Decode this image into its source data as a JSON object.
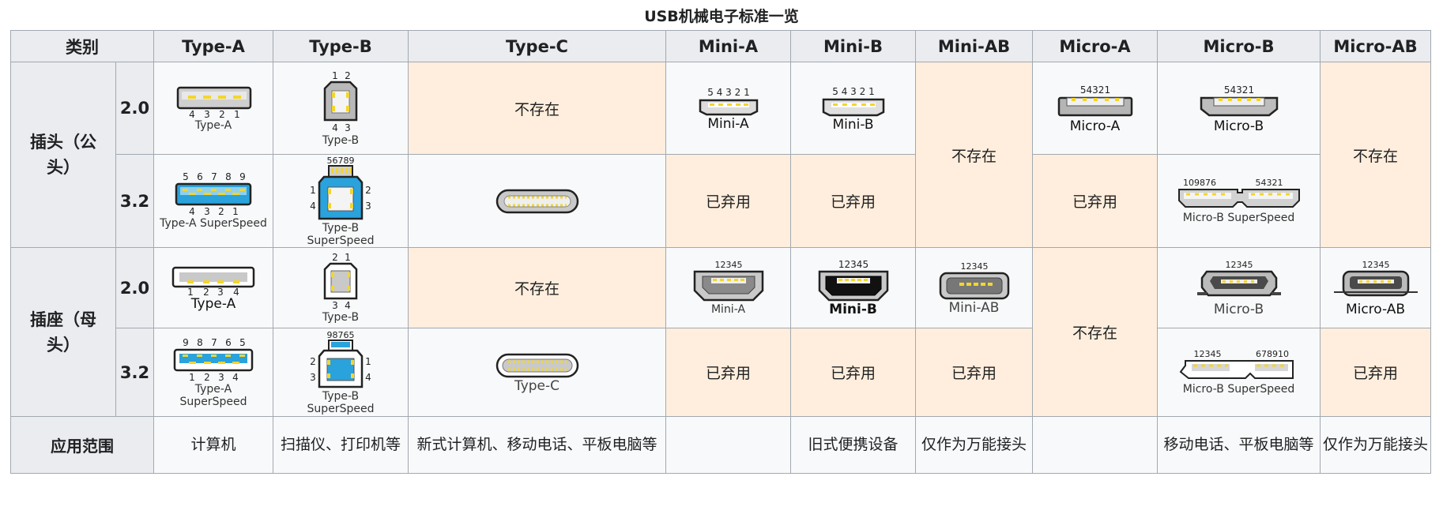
{
  "title": "USB机械电子标准一览",
  "header": {
    "category": "类别",
    "columns": [
      "Type-A",
      "Type-B",
      "Type-C",
      "Mini-A",
      "Mini-B",
      "Mini-AB",
      "Micro-A",
      "Micro-B",
      "Micro-AB"
    ]
  },
  "groups": {
    "plug": "插头（公头）",
    "receptacle": "插座（母头）",
    "usage": "应用范围"
  },
  "versions": {
    "v20": "2.0",
    "v32": "3.2"
  },
  "status": {
    "not_exist": "不存在",
    "deprecated": "已弃用"
  },
  "figures": {
    "plug_20": {
      "type_a": {
        "label": "Type-A",
        "pins": [
          "4",
          "3",
          "2",
          "1"
        ]
      },
      "type_b": {
        "label": "Type-B",
        "pins_top": [
          "1",
          "2"
        ],
        "pins_bottom": [
          "4",
          "3"
        ]
      },
      "mini_a": {
        "label": "Mini-A",
        "pins": "5 4 3 2 1"
      },
      "mini_b": {
        "label": "Mini-B",
        "pins": "5 4 3 2 1"
      },
      "micro_a": {
        "label": "Micro-A",
        "pins": "54321"
      },
      "micro_b": {
        "label": "Micro-B",
        "pins": "54321"
      }
    },
    "plug_32": {
      "type_a": {
        "label": "Type-A SuperSpeed",
        "pins_top": [
          "5",
          "6",
          "7",
          "8",
          "9"
        ],
        "pins_bottom": [
          "4",
          "3",
          "2",
          "1"
        ]
      },
      "type_b": {
        "label": "Type-B SuperSpeed",
        "pins_top": "56789",
        "side_left": [
          "1",
          "4"
        ],
        "side_right": [
          "2",
          "3"
        ]
      },
      "micro_b": {
        "label": "Micro-B SuperSpeed",
        "pins_left": "109876",
        "pins_right": "54321"
      }
    },
    "rec_20": {
      "type_a": {
        "label": "Type-A",
        "pins": [
          "1",
          "2",
          "3",
          "4"
        ]
      },
      "type_b": {
        "label": "Type-B",
        "pins_top": [
          "2",
          "1"
        ],
        "pins_bottom": [
          "3",
          "4"
        ]
      },
      "mini_a": {
        "label": "Mini-A",
        "pins": "12345"
      },
      "mini_b": {
        "label": "Mini-B",
        "pins": "12345"
      },
      "mini_ab": {
        "label": "Mini-AB",
        "pins": "12345"
      },
      "micro_b": {
        "label": "Micro-B",
        "pins": "12345"
      },
      "micro_ab": {
        "label": "Micro-AB",
        "pins": "12345"
      }
    },
    "rec_32": {
      "type_a": {
        "label": "Type-A SuperSpeed",
        "pins_top": [
          "9",
          "8",
          "7",
          "6",
          "5"
        ],
        "pins_bottom": [
          "1",
          "2",
          "3",
          "4"
        ]
      },
      "type_b": {
        "label": "Type-B SuperSpeed",
        "pins_top": "98765",
        "side_left": [
          "2",
          "3"
        ],
        "side_right": [
          "1",
          "4"
        ]
      },
      "type_c": {
        "label": "Type-C"
      },
      "micro_b": {
        "label": "Micro-B SuperSpeed",
        "pins_left": "12345",
        "pins_right": "678910"
      }
    }
  },
  "usage": {
    "type_a": "计算机",
    "type_b": "扫描仪、打印机等",
    "type_c": "新式计算机、移动电话、平板电脑等",
    "mini_a": "",
    "mini_b": "旧式便携设备",
    "mini_ab": "仅作为万能接头",
    "micro_a": "",
    "micro_b": "移动电话、平板电脑等",
    "micro_ab": "仅作为万能接头"
  },
  "colors": {
    "header_bg": "#eaecf0",
    "cell_bg": "#f8f9fa",
    "na_bg": "#ffeedd",
    "border": "#a2a9b1",
    "pin": "#f2d62e",
    "superspeed": "#2aa2dc",
    "shell": "#c9c9c9"
  }
}
